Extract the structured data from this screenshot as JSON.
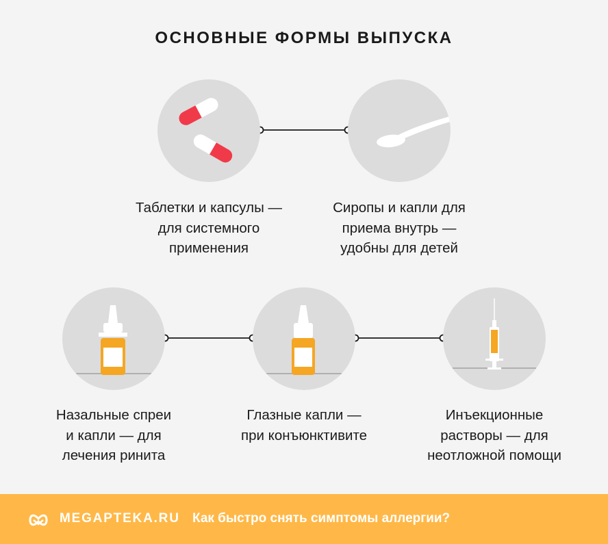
{
  "title": "ОСНОВНЫЕ ФОРМЫ ВЫПУСКА",
  "items": [
    {
      "lines": [
        "Таблетки и капсулы —",
        "для системного",
        "применения"
      ],
      "icon": "capsules-icon"
    },
    {
      "lines": [
        "Сиропы и капли для",
        "приема внутрь —",
        "удобны для детей"
      ],
      "icon": "spoon-icon"
    },
    {
      "lines": [
        "Назальные спреи",
        "и капли — для",
        "лечения ринита"
      ],
      "icon": "nasal-spray-icon"
    },
    {
      "lines": [
        "Глазные капли —",
        "при конъюнктивите"
      ],
      "icon": "eye-drops-icon"
    },
    {
      "lines": [
        "Инъекционные",
        "растворы — для",
        "неотложной помощи"
      ],
      "icon": "syringe-icon"
    }
  ],
  "footer": {
    "brand": "MEGAPTEKA.RU",
    "link": "Как быстро снять симптомы аллергии?",
    "accent_color": "#ffb847"
  }
}
